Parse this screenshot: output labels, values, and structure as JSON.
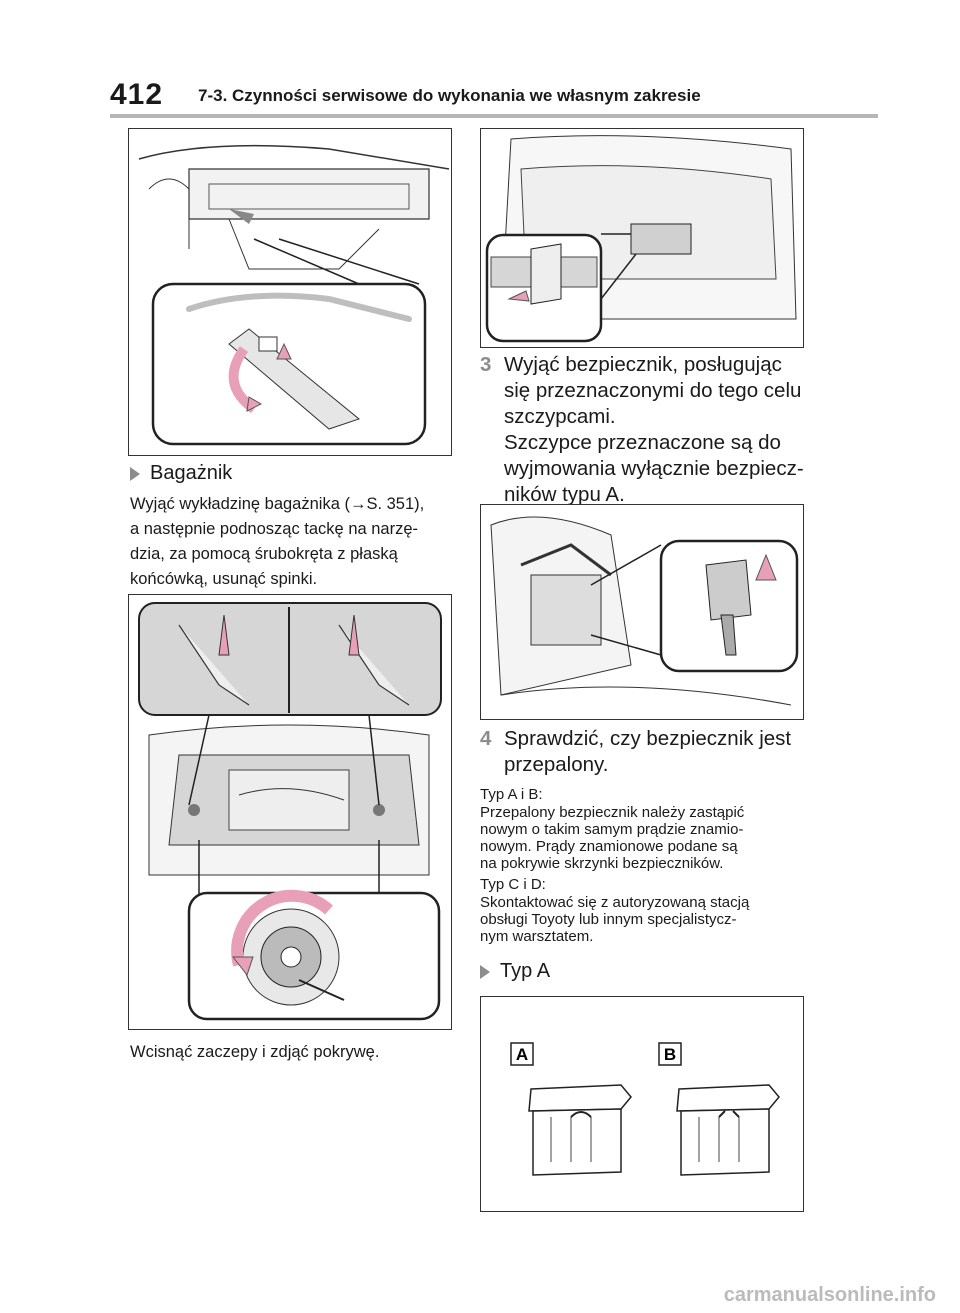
{
  "header": {
    "page_number": "412",
    "section_title": "7-3. Czynności serwisowe do wykonania we własnym zakresie"
  },
  "left_column": {
    "section_heading": "Bagażnik",
    "instruction_lines": [
      "Wyjąć wykładzinę bagażnika (→S. 351),",
      "a następnie podnosząc tackę na narzę-",
      "dzia, za pomocą śrubokręta z płaską",
      "końcówką, usunąć spinki."
    ],
    "caption": "Wcisnąć zaczepy i zdjąć pokrywę."
  },
  "right_column": {
    "step3": {
      "number": "3",
      "lines": [
        "Wyjąć bezpiecznik, posługując",
        "się przeznaczonymi do tego celu",
        "szczypcami.",
        "Szczypce przeznaczone są do",
        "wyjmowania wyłącznie bezpiecz-",
        "ników typu A."
      ]
    },
    "step4": {
      "number": "4",
      "lines": [
        "Sprawdzić, czy bezpiecznik jest",
        "przepalony."
      ]
    },
    "type_ab": {
      "heading": "Typ A i B:",
      "lines": [
        "Przepalony bezpiecznik należy zastąpić",
        "nowym o takim samym prądzie znamio-",
        "nowym. Prądy znamionowe podane są",
        "na pokrywie skrzynki bezpieczników."
      ]
    },
    "type_cd": {
      "heading": "Typ C i D:",
      "lines": [
        "Skontaktować się z autoryzowaną stacją",
        "obsługi Toyoty lub innym specjalistycz-",
        "nym warsztatem."
      ]
    },
    "section_heading": "Typ A",
    "fuse_labels": [
      "A",
      "B"
    ]
  },
  "watermark": "carmanualsonline.info",
  "colors": {
    "accent_gray": "#8c8c8c",
    "arrow_pink": "#e8a0b8",
    "rule_gray": "#b5b5b5"
  }
}
